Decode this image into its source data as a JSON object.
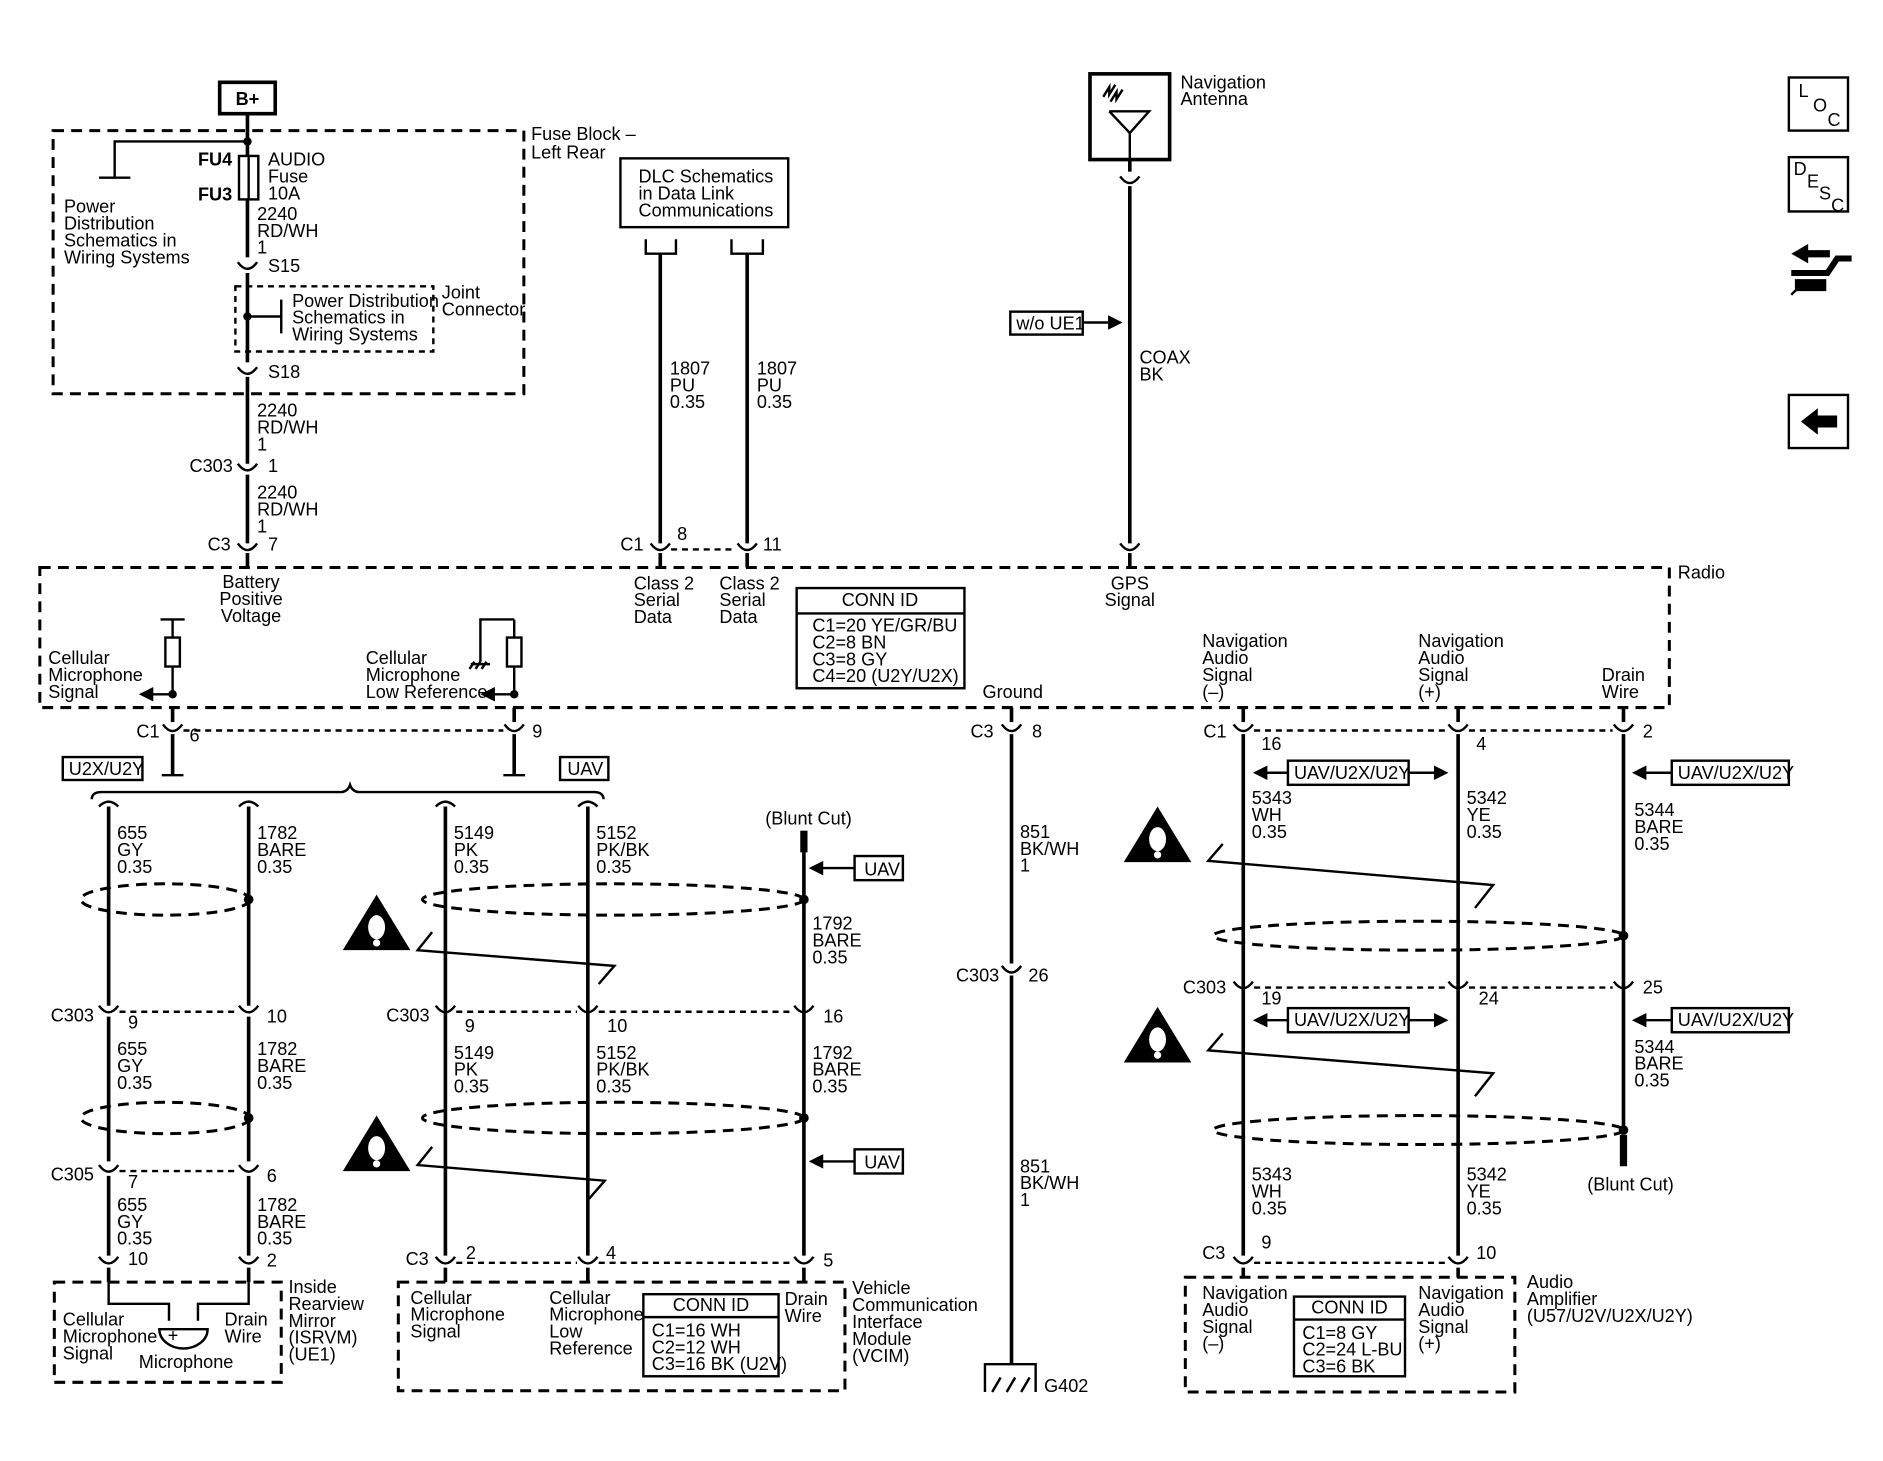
{
  "battery": "B+",
  "fuse_block": {
    "label": "Fuse Block –",
    "label2": "Left Rear",
    "fu4": "FU4",
    "fu3": "FU3",
    "fuse_name": "AUDIO",
    "fuse_word": "Fuse",
    "fuse_amp": "10A",
    "s15": "S15",
    "s18": "S18",
    "power_dist": [
      "Power",
      "Distribution",
      "Schematics in",
      "Wiring Systems"
    ],
    "joint_connector": [
      "Joint",
      "Connector"
    ],
    "joint_pd": [
      "Power Distribution",
      "Schematics in",
      "Wiring Systems"
    ]
  },
  "wire_2240": [
    "2240",
    "RD/WH",
    "1"
  ],
  "c303": "C303",
  "c303_pin1": "1",
  "c3": "C3",
  "c3_pin7": "7",
  "dlc": {
    "title": [
      "DLC Schematics",
      "in Data Link",
      "Communications"
    ],
    "wire": [
      "1807",
      "PU",
      "0.35"
    ],
    "c1": "C1",
    "pin8": "8",
    "pin11": "11"
  },
  "nav_antenna": {
    "label": [
      "Navigation",
      "Antenna"
    ],
    "option": "w/o UE1",
    "wire": [
      "COAX",
      "BK"
    ]
  },
  "radio": {
    "label": "Radio",
    "battery_positive": [
      "Battery",
      "Positive",
      "Voltage"
    ],
    "class2": [
      "Class 2",
      "Serial",
      "Data"
    ],
    "gps": [
      "GPS",
      "Signal"
    ],
    "conn_title": "CONN ID",
    "conn_lines": [
      "C1=20 YE/GR/BU",
      "C2=8 BN",
      "C3=8 GY",
      "C4=20 (U2Y/U2X)"
    ],
    "cell_mic": [
      "Cellular",
      "Microphone",
      "Signal"
    ],
    "cell_mic_low": [
      "Cellular",
      "Microphone",
      "Low Reference"
    ],
    "ground": "Ground",
    "nav_minus": [
      "Navigation",
      "Audio",
      "Signal",
      "(–)"
    ],
    "nav_plus": [
      "Navigation",
      "Audio",
      "Signal",
      "(+)"
    ],
    "drain": [
      "Drain",
      "Wire"
    ],
    "c1": "C1",
    "pin6": "6",
    "pin9": "9",
    "c3": "C3",
    "pin8": "8",
    "pin16": "16",
    "pin4": "4",
    "pin2": "2"
  },
  "options": {
    "u2x": "U2X/U2Y",
    "uav": "UAV",
    "uav_u2x": "UAV/U2X/U2Y"
  },
  "wires": {
    "w655": [
      "655",
      "GY",
      "0.35"
    ],
    "w1782": [
      "1782",
      "BARE",
      "0.35"
    ],
    "w5149": [
      "5149",
      "PK",
      "0.35"
    ],
    "w5152": [
      "5152",
      "PK/BK",
      "0.35"
    ],
    "w1792": [
      "1792",
      "BARE",
      "0.35"
    ],
    "w851": [
      "851",
      "BK/WH",
      "1"
    ],
    "w5343": [
      "5343",
      "WH",
      "0.35"
    ],
    "w5342": [
      "5342",
      "YE",
      "0.35"
    ],
    "w5344": [
      "5344",
      "BARE",
      "0.35"
    ]
  },
  "blunt_cut": "(Blunt Cut)",
  "c305": "C305",
  "pins": {
    "p9": "9",
    "p10": "10",
    "p16": "16",
    "p26": "26",
    "p19": "19",
    "p24": "24",
    "p25": "25",
    "p7": "7",
    "p6": "6",
    "p2": "2",
    "p4": "4",
    "p5": "5"
  },
  "isrvm": {
    "label": [
      "Inside",
      "Rearview",
      "Mirror",
      "(ISRVM)",
      "(UE1)"
    ],
    "cell": [
      "Cellular",
      "Microphone",
      "Signal"
    ],
    "drain": [
      "Drain",
      "Wire"
    ],
    "mic": "Microphone"
  },
  "vcim": {
    "label": [
      "Vehicle",
      "Communication",
      "Interface",
      "Module",
      "(VCIM)"
    ],
    "cell": [
      "Cellular",
      "Microphone",
      "Signal"
    ],
    "cell_low": [
      "Cellular",
      "Microphone",
      "Low",
      "Reference"
    ],
    "drain": [
      "Drain",
      "Wire"
    ],
    "conn_title": "CONN ID",
    "conn_lines": [
      "C1=16 WH",
      "C2=12 WH",
      "C3=16 BK (U2V)"
    ]
  },
  "ground_g": "G402",
  "amp": {
    "label": [
      "Audio",
      "Amplifier",
      "(U57/U2V/U2X/U2Y)"
    ],
    "nav_minus": [
      "Navigation",
      "Audio",
      "Signal",
      "(–)"
    ],
    "nav_plus": [
      "Navigation",
      "Audio",
      "Signal",
      "(+)"
    ],
    "conn_title": "CONN ID",
    "conn_lines": [
      "C1=8 GY",
      "C2=24 L-BU",
      "C3=6 BK"
    ]
  },
  "nav_buttons": {
    "loc": [
      "L",
      "O",
      "C"
    ],
    "desc": [
      "D",
      "E",
      "S",
      "C"
    ]
  }
}
